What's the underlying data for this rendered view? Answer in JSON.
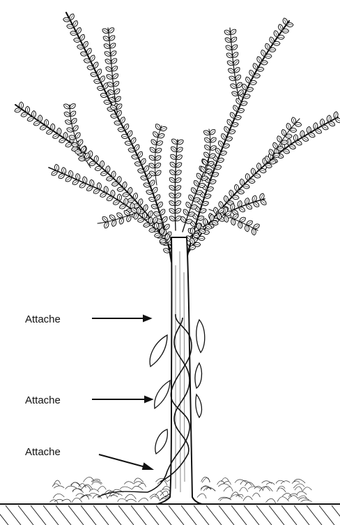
{
  "labels": [
    {
      "id": "top",
      "text": "Attache"
    },
    {
      "id": "middle",
      "text": "Attache"
    },
    {
      "id": "bottom",
      "text": "Attache"
    }
  ],
  "colors": {
    "ink": "#111111",
    "background": "#ffffff"
  }
}
